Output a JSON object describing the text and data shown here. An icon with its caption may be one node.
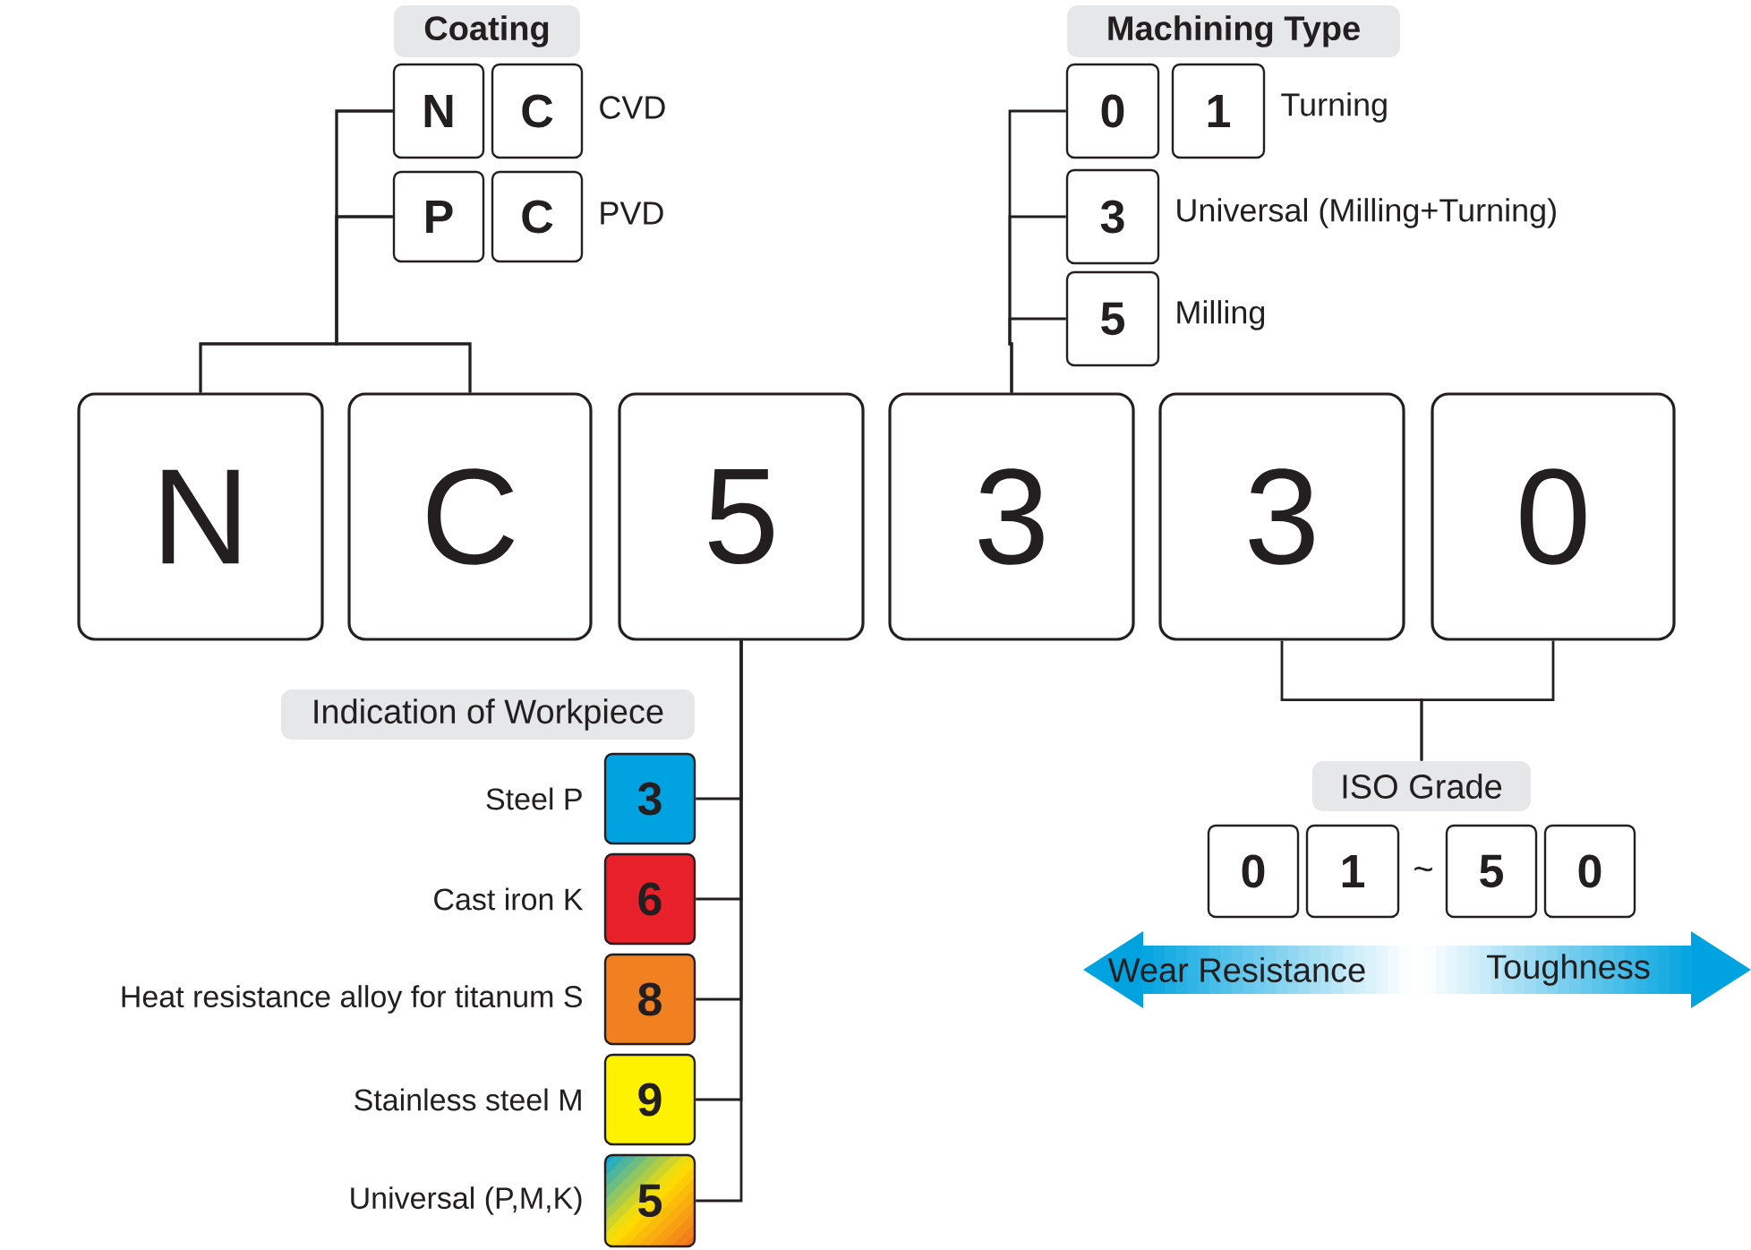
{
  "diagram": {
    "nodes": [
      {
        "text": [
          "Coating"
        ]
      },
      {
        "text": [
          "N"
        ]
      },
      {
        "text": [
          "C"
        ],
        "beside": [
          "CVD"
        ]
      },
      {
        "text": [
          "P"
        ]
      },
      {
        "text": [
          "C"
        ],
        "beside": [
          "PVD"
        ]
      },
      {
        "text": [
          "Machining Type"
        ]
      },
      {
        "text": [
          "0"
        ]
      },
      {
        "text": [
          "1"
        ],
        "beside": [
          "Turning"
        ]
      },
      {
        "text": [
          "3"
        ],
        "beside": [
          "Universal (Milling+Turning)"
        ]
      },
      {
        "text": [
          "5"
        ],
        "beside": [
          "Milling"
        ]
      },
      {
        "text": [
          "N"
        ]
      },
      {
        "text": [
          "C"
        ]
      },
      {
        "text": [
          "5"
        ]
      },
      {
        "text": [
          "3"
        ]
      },
      {
        "text": [
          "3"
        ]
      },
      {
        "text": [
          "0"
        ]
      },
      {
        "text": [
          "Indication of Workpiece"
        ]
      },
      {
        "text": [
          "3"
        ],
        "beside": [
          "Steel P"
        ]
      },
      {
        "text": [
          "6"
        ],
        "beside": [
          "Cast iron K"
        ]
      },
      {
        "text": [
          "8"
        ],
        "beside": [
          "Heat resistance alloy for titanum S"
        ]
      },
      {
        "text": [
          "9"
        ],
        "beside": [
          "Stainless steel M"
        ]
      },
      {
        "text": [
          "5"
        ],
        "beside": [
          "Universal (P,M,K)"
        ]
      },
      {
        "text": [
          "ISO Grade"
        ]
      },
      {
        "text": [
          "0"
        ]
      },
      {
        "text": [
          "1"
        ]
      },
      {
        "text": [
          "5"
        ]
      },
      {
        "text": [
          "0"
        ]
      },
      {
        "text": [
          "Wear Resistance",
          "Toughness"
        ]
      }
    ],
    "edges": [
      {
        "from": 10,
        "to": 1,
        "arrow": "none"
      },
      {
        "from": 11,
        "to": 1,
        "arrow": "none"
      },
      {
        "from": 10,
        "to": 3,
        "arrow": "none"
      },
      {
        "from": 11,
        "to": 3,
        "arrow": "none"
      },
      {
        "from": 13,
        "to": 6,
        "arrow": "none"
      },
      {
        "from": 13,
        "to": 8,
        "arrow": "none"
      },
      {
        "from": 13,
        "to": 9,
        "arrow": "none"
      },
      {
        "from": 12,
        "to": 17,
        "arrow": "none"
      },
      {
        "from": 12,
        "to": 18,
        "arrow": "none"
      },
      {
        "from": 12,
        "to": 19,
        "arrow": "none"
      },
      {
        "from": 12,
        "to": 20,
        "arrow": "none"
      },
      {
        "from": 12,
        "to": 21,
        "arrow": "none"
      },
      {
        "from": 14,
        "to": 22,
        "arrow": "none"
      },
      {
        "from": 15,
        "to": 22,
        "arrow": "none"
      }
    ],
    "labels": [
      "~"
    ]
  }
}
